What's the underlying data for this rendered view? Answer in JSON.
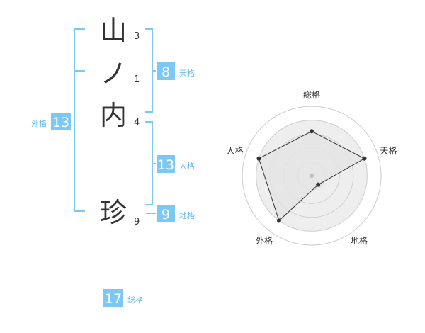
{
  "name_chars": [
    {
      "char": "山",
      "strokes": "3"
    },
    {
      "char": "ノ",
      "strokes": "1"
    },
    {
      "char": "内",
      "strokes": "4"
    },
    {
      "char": "珍",
      "strokes": "9"
    }
  ],
  "kakusu": {
    "tenkaku": {
      "value": "8",
      "label": "天格"
    },
    "jinkaku": {
      "value": "13",
      "label": "人格"
    },
    "chikaku": {
      "value": "9",
      "label": "地格"
    },
    "gaikaku": {
      "value": "13",
      "label": "外格"
    },
    "soukaku": {
      "value": "17",
      "label": "総格"
    }
  },
  "colors": {
    "accent": "#7cc8f5",
    "accent_text": "#66b8e8",
    "text": "#333333",
    "grid": "#cccccc"
  },
  "chart_data": {
    "type": "radar",
    "axes": [
      "総格",
      "天格",
      "地格",
      "外格",
      "人格"
    ],
    "values": [
      4,
      5,
      1,
      5,
      5
    ],
    "rlim": [
      0,
      5
    ],
    "rings": 4,
    "grid": true
  }
}
